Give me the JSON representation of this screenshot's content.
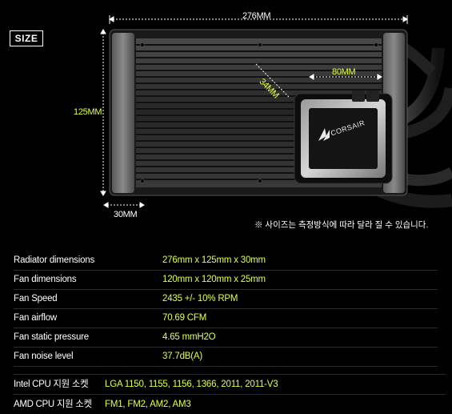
{
  "badge": {
    "label": "SIZE"
  },
  "dimensions": {
    "width": "276MM",
    "height": "125MM",
    "thickness": "30MM",
    "fan_depth": "34MM",
    "pump_width": "80MM"
  },
  "brand": {
    "logo_text": "CORSAIR"
  },
  "note": "※ 사이즈는 측정방식에 따라 달라 질 수 있습니다.",
  "specs": [
    {
      "key": "Radiator dimensions",
      "value": "276mm x 125mm x 30mm"
    },
    {
      "key": "Fan dimensions",
      "value": "120mm x 120mm x 25mm"
    },
    {
      "key": "Fan Speed",
      "value": "2435 +/- 10% RPM"
    },
    {
      "key": "Fan airflow",
      "value": "70.69 CFM"
    },
    {
      "key": "Fan static pressure",
      "value": "4.65 mmH2O"
    },
    {
      "key": "Fan noise level",
      "value": "37.7dB(A)"
    }
  ],
  "sockets": [
    {
      "key": "Intel CPU 지원 소켓",
      "value": "LGA 1150, 1155, 1156, 1366, 2011,  2011-V3"
    },
    {
      "key": "AMD CPU 지원 소켓",
      "value": "FM1, FM2, AM2, AM3"
    }
  ],
  "colors": {
    "accent": "#e6ff42",
    "background": "#000000",
    "text": "#ffffff"
  },
  "icons": [
    "corsair-sail-logo-icon"
  ]
}
